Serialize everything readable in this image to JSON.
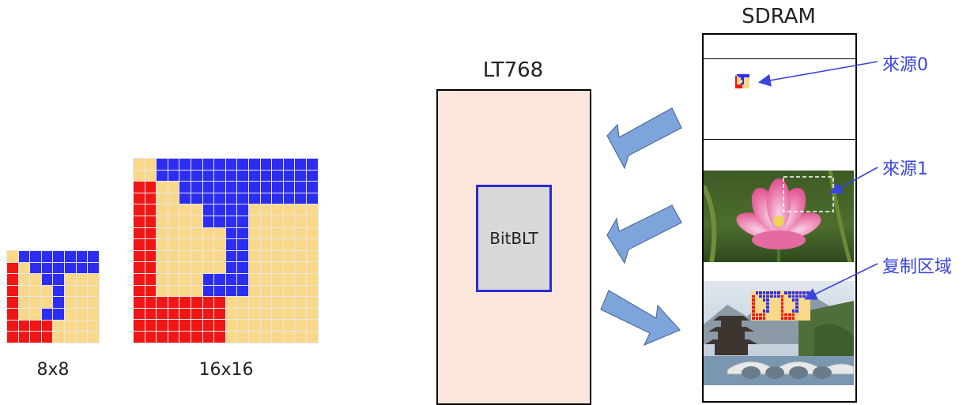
{
  "colors": {
    "yellow": "#fad88a",
    "blue": "#2d2df2",
    "red": "#f01616",
    "arrow": "#7ea4dc",
    "callout": "#3a44e0"
  },
  "pattern_8x8": [
    "YBBBBBBB",
    "RYBBBBBB",
    "RYYBBYYY",
    "RYYYBYYY",
    "RYYYBYYY",
    "RYYBBYYY",
    "RRRRYYYY",
    "RRRRYYYY"
  ],
  "labels": {
    "small_grid": "8x8",
    "large_grid": "16x16",
    "lt_title": "LT768",
    "bitblt": "BitBLT",
    "sdram_title": "SDRAM",
    "source0": "來源0",
    "source1": "來源1",
    "copy_region": "复制区域"
  }
}
